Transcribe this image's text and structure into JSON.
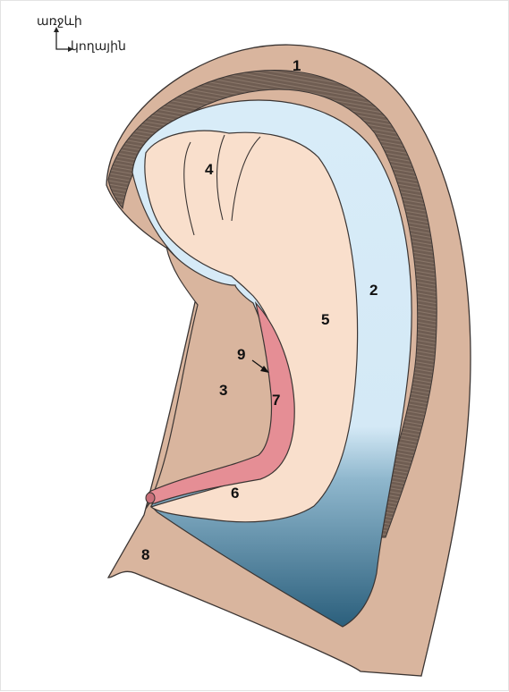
{
  "orientation": {
    "up_label": "առջևի",
    "side_label": "կողային"
  },
  "labels": {
    "l1": "1",
    "l2": "2",
    "l3": "3",
    "l4": "4",
    "l5": "5",
    "l6": "6",
    "l7": "7",
    "l8": "8",
    "l9": "9"
  },
  "colors": {
    "outer_tissue": "#d9b59e",
    "dark_band": "#7a6659",
    "light_blue": "#d8ecf8",
    "dark_blue": "#2f6785",
    "cream": "#f9dfcc",
    "pink": "#e58e95",
    "outline": "#3b3533"
  }
}
